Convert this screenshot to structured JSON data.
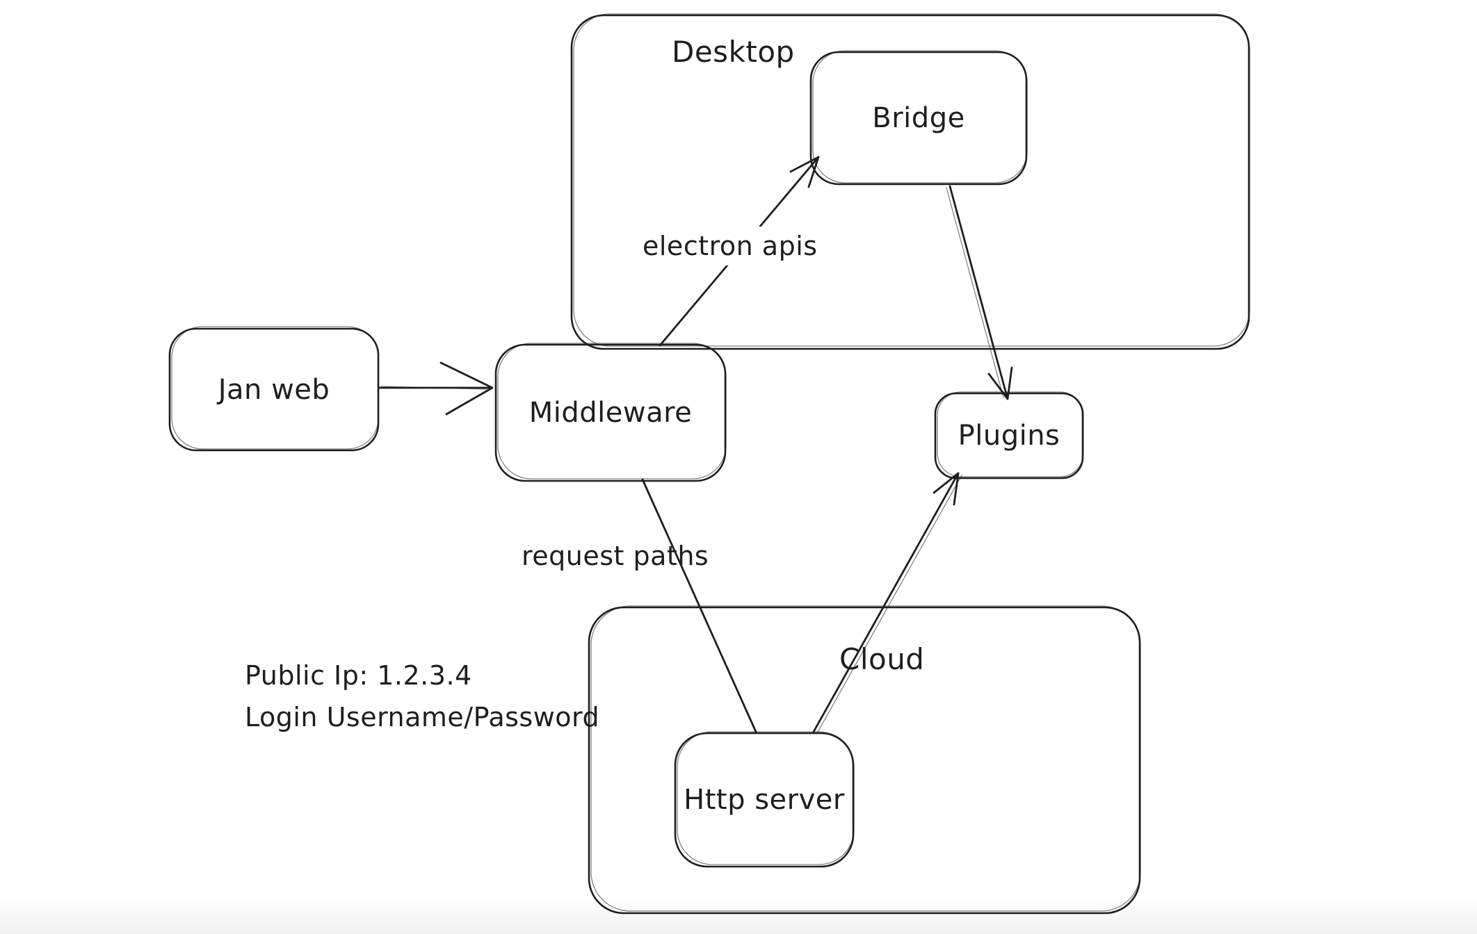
{
  "canvas": {
    "background": "#ffffff",
    "stroke_color": "#1e1e1e",
    "text_color": "#1e1e1e"
  },
  "containers": {
    "desktop": {
      "label": "Desktop"
    },
    "cloud": {
      "label": "Cloud"
    }
  },
  "nodes": {
    "jan_web": {
      "label": "Jan web"
    },
    "middleware": {
      "label": "Middleware"
    },
    "bridge": {
      "label": "Bridge"
    },
    "plugins": {
      "label": "Plugins"
    },
    "http_server": {
      "label": "Http server"
    }
  },
  "edges": {
    "jan_web_to_middleware": {
      "from": "Jan web",
      "to": "Middleware"
    },
    "middleware_to_bridge": {
      "from": "Middleware",
      "to": "Bridge",
      "label": "electron apis"
    },
    "bridge_to_plugins": {
      "from": "Bridge",
      "to": "Plugins"
    },
    "middleware_to_http_server": {
      "from": "Middleware",
      "to": "Http server",
      "label": "request paths"
    },
    "http_server_to_plugins": {
      "from": "Http server",
      "to": "Plugins"
    }
  },
  "annotations": {
    "public_ip": "Public Ip: 1.2.3.4",
    "login": "Login Username/Password"
  }
}
